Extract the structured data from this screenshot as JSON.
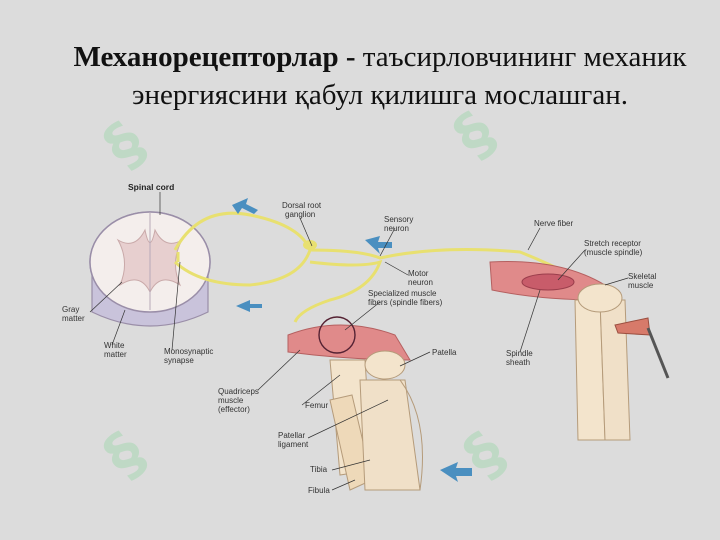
{
  "slide": {
    "title_bold": "Механорецепторлар -",
    "title_rest": " таъсирловчининг механик энергиясини қабул қилишга мослашган."
  },
  "diagram": {
    "labels": {
      "spinal_cord": "Spinal cord",
      "dorsal_root_ganglion_1": "Dorsal root",
      "dorsal_root_ganglion_2": "ganglion",
      "sensory_neuron_1": "Sensory",
      "sensory_neuron_2": "neuron",
      "nerve_fiber": "Nerve fiber",
      "stretch_receptor_1": "Stretch receptor",
      "stretch_receptor_2": "(muscle spindle)",
      "skeletal_muscle_1": "Skeletal",
      "skeletal_muscle_2": "muscle",
      "motor_neuron_1": "Motor",
      "motor_neuron_2": "neuron",
      "specialized_fibers_1": "Specialized muscle",
      "specialized_fibers_2": "fibers (spindle fibers)",
      "gray_matter_1": "Gray",
      "gray_matter_2": "matter",
      "white_matter_1": "White",
      "white_matter_2": "matter",
      "synapse_1": "Monosynaptic",
      "synapse_2": "synapse",
      "patella": "Patella",
      "spindle_sheath_1": "Spindle",
      "spindle_sheath_2": "sheath",
      "quadriceps_1": "Quadriceps",
      "quadriceps_2": "muscle",
      "quadriceps_3": "(effector)",
      "femur": "Femur",
      "patellar_ligament_1": "Patellar",
      "patellar_ligament_2": "ligament",
      "tibia": "Tibia",
      "fibula": "Fibula"
    }
  },
  "colors": {
    "background": "#dcdcdc",
    "nerve": "#e8e070",
    "muscle": "#e08a8a",
    "bone": "#f3e4cc",
    "arrow": "#4a8fc0",
    "watermark": "#a8d8b4"
  }
}
